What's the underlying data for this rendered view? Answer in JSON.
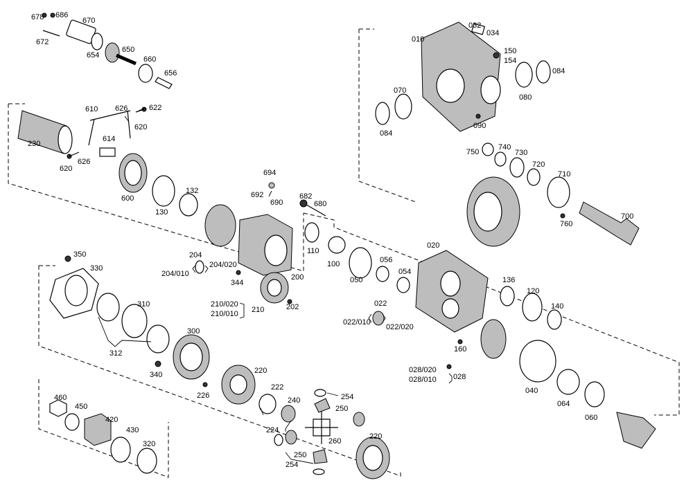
{
  "parts": {
    "p678": "678",
    "p686": "686",
    "p670": "670",
    "p672": "672",
    "p654": "654",
    "p650": "650",
    "p660": "660",
    "p656": "656",
    "p610": "610",
    "p626": "626",
    "p622": "622",
    "p620": "620",
    "p230": "230",
    "p614": "614",
    "p600": "600",
    "p130": "130",
    "p132": "132",
    "p694": "694",
    "p692": "692",
    "p690": "690",
    "p682": "682",
    "p680": "680",
    "p204": "204",
    "p204_010": "204/010",
    "p204_020": "204/020",
    "p344": "344",
    "p200": "200",
    "p210_020": "210/020",
    "p210_010": "210/010",
    "p210": "210",
    "p202": "202",
    "p350": "350",
    "p330": "330",
    "p310": "310",
    "p312": "312",
    "p300": "300",
    "p340": "340",
    "p220": "220",
    "p226": "226",
    "p222": "222",
    "p224": "224",
    "p240": "240",
    "p254": "254",
    "p250": "250",
    "p260": "260",
    "p460": "460",
    "p450": "450",
    "p420": "420",
    "p430": "430",
    "p320": "320",
    "p110": "110",
    "p100": "100",
    "p050": "050",
    "p056": "056",
    "p054": "054",
    "p020": "020",
    "p022": "022",
    "p022_010": "022/010",
    "p022_020": "022/020",
    "p160": "160",
    "p136": "136",
    "p120": "120",
    "p140": "140",
    "p028_020": "028/020",
    "p028_010": "028/010",
    "p028": "028",
    "p040": "040",
    "p064": "064",
    "p060": "060",
    "p032": "032",
    "p034": "034",
    "p010": "010",
    "p150": "150",
    "p154": "154",
    "p084": "084",
    "p070": "070",
    "p080": "080",
    "p090": "090",
    "p750": "750",
    "p740": "740",
    "p730": "730",
    "p720": "720",
    "p710": "710",
    "p700": "700",
    "p760": "760"
  }
}
